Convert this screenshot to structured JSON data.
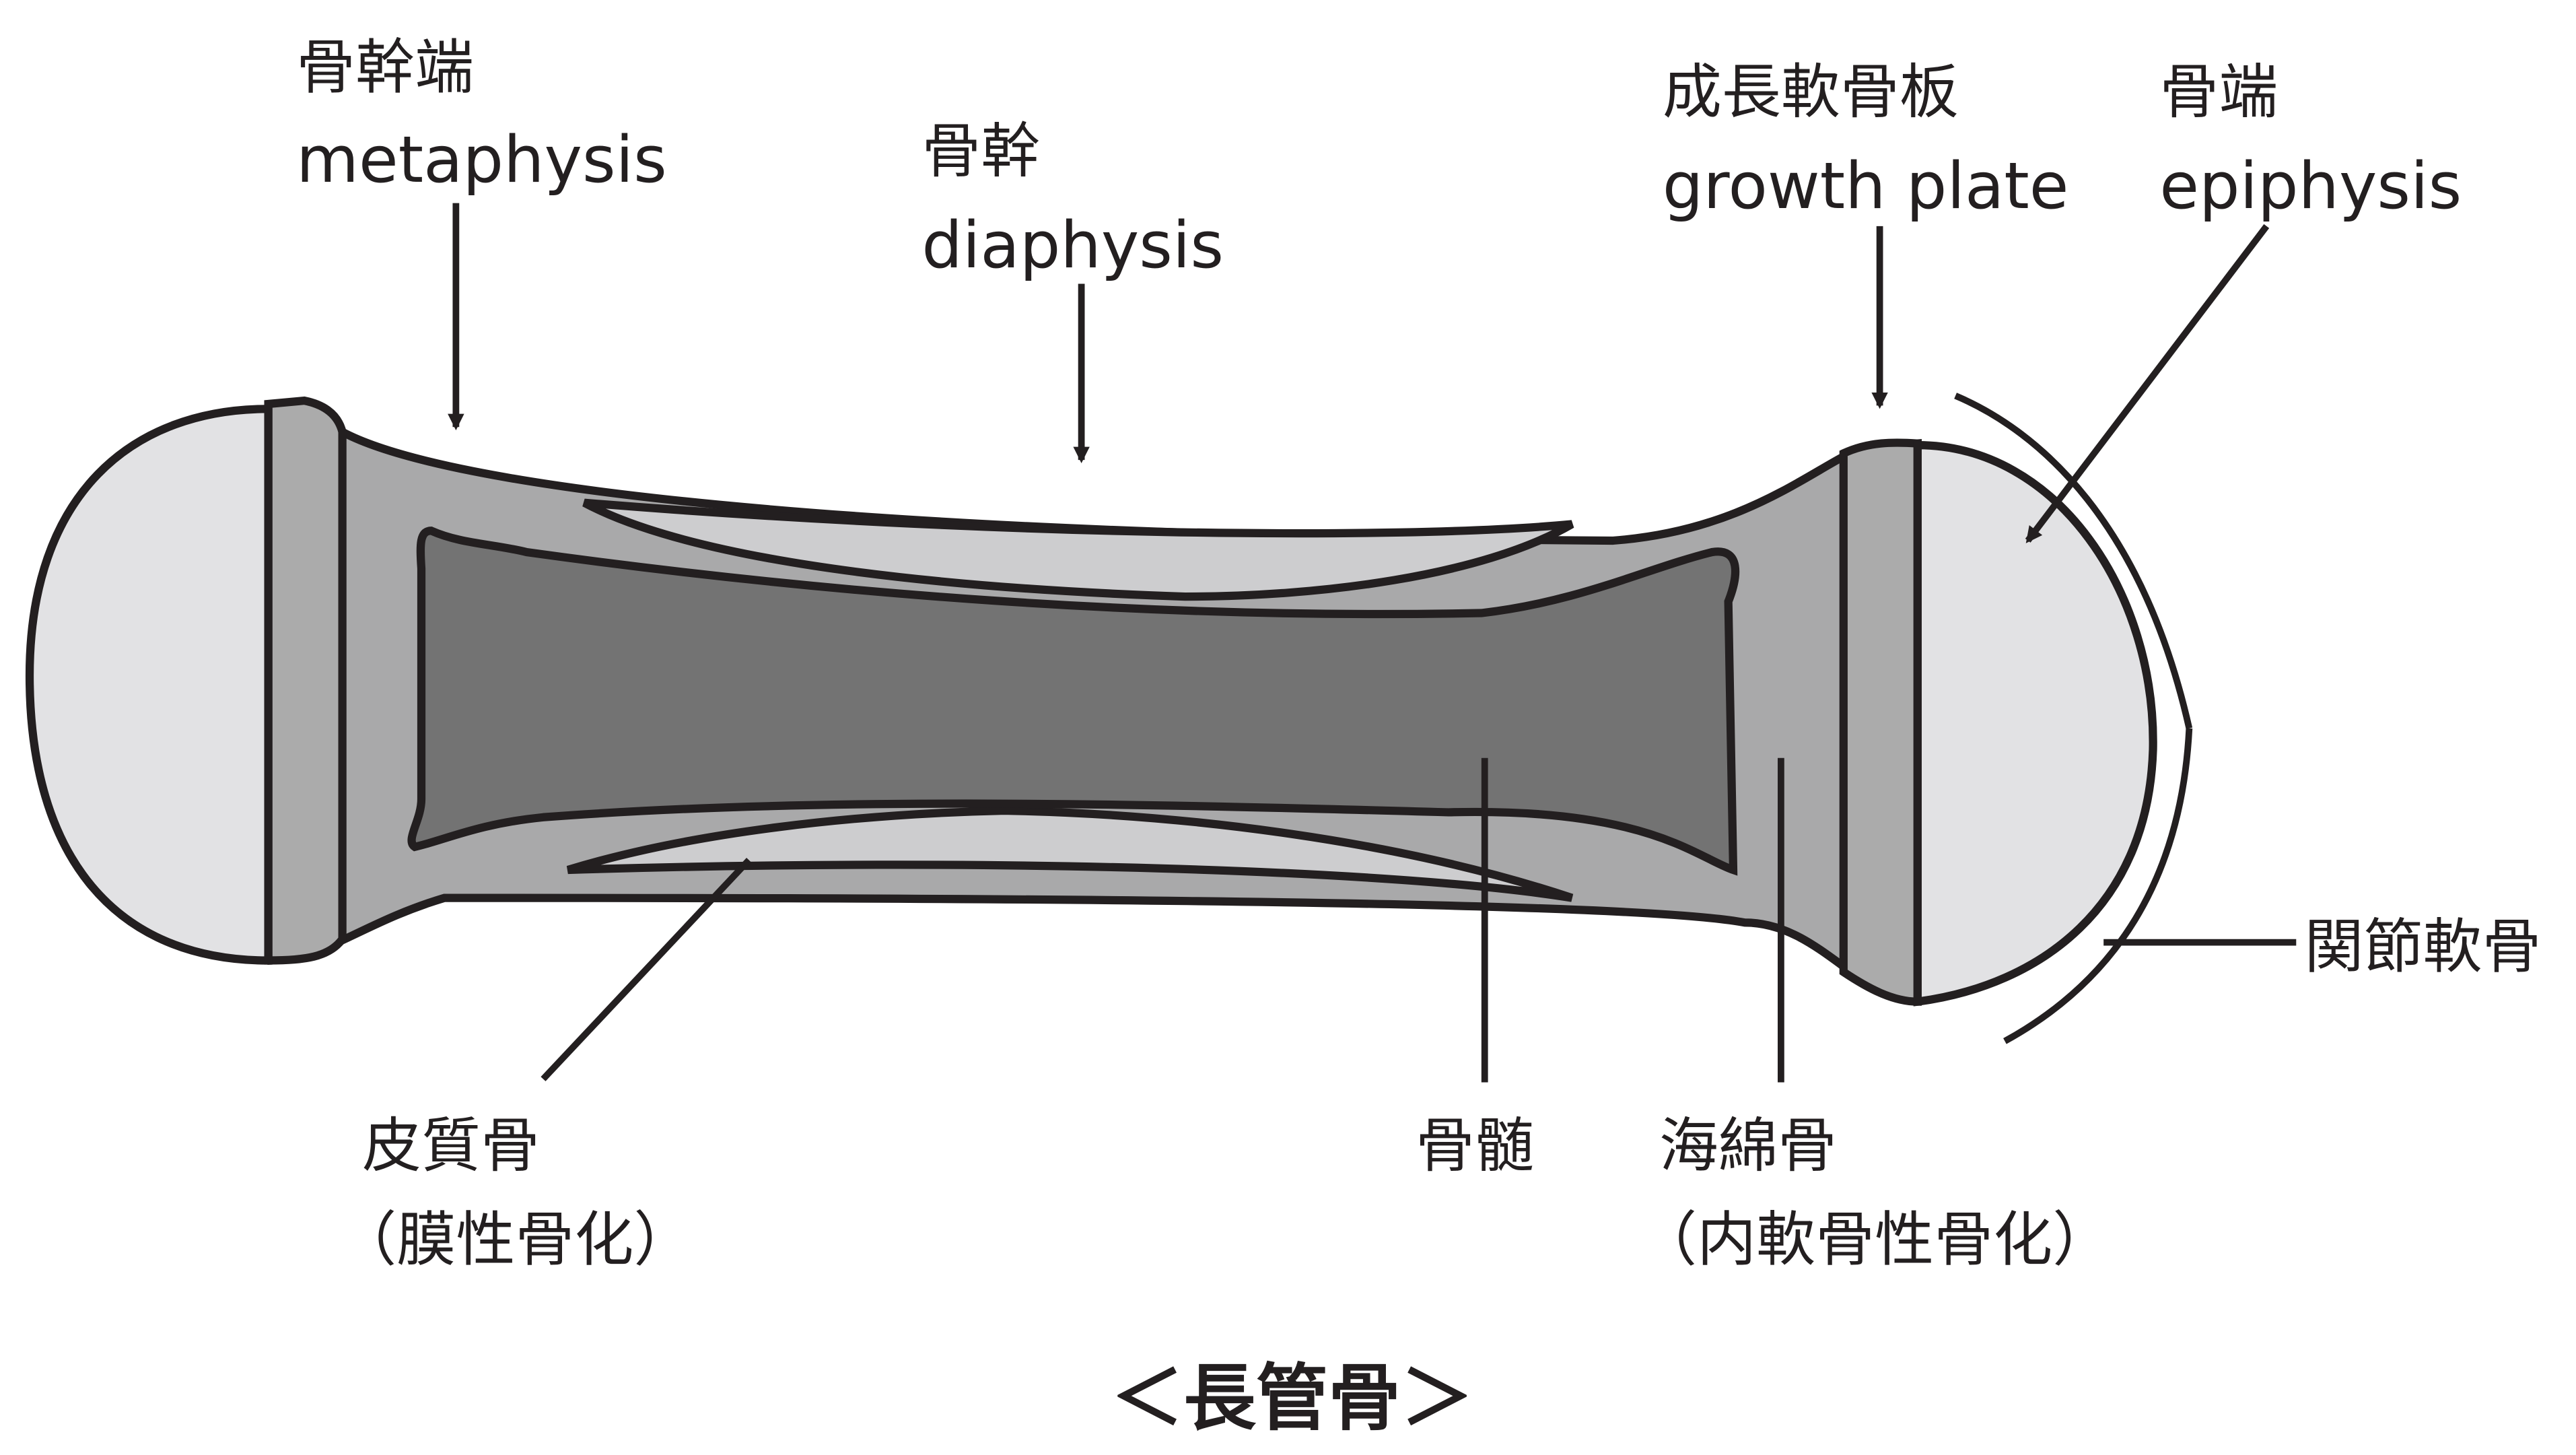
{
  "colors": {
    "outline": "#231f20",
    "epiphysis": "#e2e2e4",
    "growth_plate": "#ababab",
    "spongy_bone": "#a9a9aa",
    "cortical_bone": "#cdcdcf",
    "marrow": "#737373"
  },
  "labels": {
    "metaphysis_ja": "骨幹端",
    "metaphysis_en": "metaphysis",
    "diaphysis_ja": "骨幹",
    "diaphysis_en": "diaphysis",
    "growth_plate_ja": "成長軟骨板",
    "growth_plate_en": "growth plate",
    "epiphysis_ja": "骨端",
    "epiphysis_en": "epiphysis",
    "articular_cartilage": "関節軟骨",
    "cortical_bone": "皮質骨",
    "cortical_bone_note": "（膜性骨化）",
    "marrow": "骨髄",
    "spongy_bone": "海綿骨",
    "spongy_bone_note": "（内軟骨性骨化）"
  },
  "title": "＜長管骨＞"
}
